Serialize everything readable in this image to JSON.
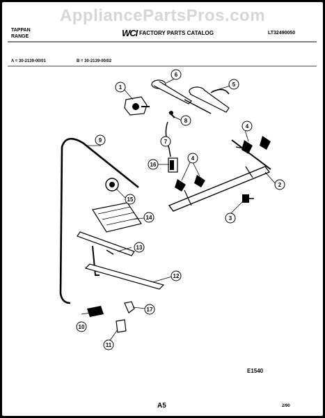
{
  "watermark": "AppliancePartsPros.com",
  "header": {
    "appliance_line1": "TAPPAN",
    "appliance_line2": "RANGE",
    "brand": "WCI",
    "catalog_title": "FACTORY PARTS CATALOG",
    "model": "LT32490050",
    "variant_a": "A = 30-2139-00/01",
    "variant_b": "B = 30-2139-00/02"
  },
  "parts": [
    "1",
    "2",
    "3",
    "4",
    "4",
    "5",
    "6",
    "7",
    "8",
    "9",
    "10",
    "11",
    "12",
    "13",
    "14",
    "15",
    "16",
    "17"
  ],
  "figure_code": "E1540",
  "page_label": "A5",
  "date_code": "2/90"
}
